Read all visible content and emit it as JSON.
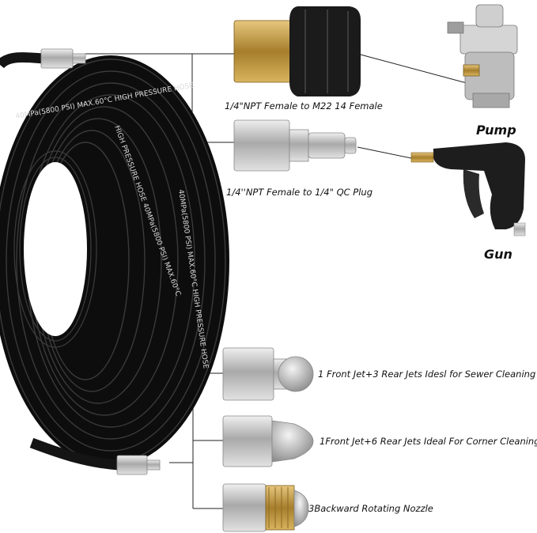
{
  "labels": {
    "adapter_m22": "1/4\"NPT Female to M22 14 Female",
    "adapter_qc": "1/4''NPT Female to 1/4\" QC Plug",
    "pump": "Pump",
    "gun": "Gun",
    "nozzle_1": "1 Front Jet+3 Rear Jets Idesl for Sewer Cleaning",
    "nozzle_2": "1Front Jet+6 Rear Jets Ideal For Corner Cleaning",
    "nozzle_3": "3Backward Rotating Nozzle"
  },
  "hose_print": {
    "line_1": "40MPa(5800 PSI)   MAX.60°C   HIGH PRESSURE HOSE",
    "line_2": "HIGH PRESSURE HOSE   40MPa(5800 PSI)   MAX.60°C"
  },
  "colors": {
    "hose": "#141414",
    "brass": "#c9a04a",
    "steel": "#b8b8b8",
    "connector_line": "#222222"
  }
}
